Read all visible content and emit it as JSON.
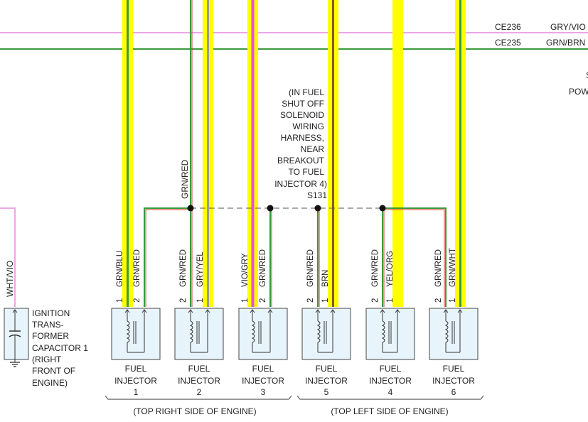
{
  "circuits": [
    {
      "id": "CE236",
      "color": "GRY/VIO"
    },
    {
      "id": "CE235",
      "color": "GRN/BRN"
    }
  ],
  "right_edge": {
    "line1": "S",
    "line2": "POW"
  },
  "splice_note": {
    "lines": [
      "(IN FUEL",
      "SHUT OFF",
      "SOLENOID",
      "WIRING",
      "HARNESS,",
      "NEAR",
      "BREAKOUT",
      "TO FUEL",
      "INJECTOR 4)",
      "S131"
    ]
  },
  "bus_wire_label": "GRN/RED",
  "capacitor": {
    "wire_color": "WHT/VIO",
    "label_lines": [
      "IGNITION",
      "TRANS-",
      "FORMER",
      "CAPACITOR 1",
      "(RIGHT",
      "FRONT OF",
      "ENGINE)"
    ]
  },
  "injectors": [
    {
      "name_line1": "FUEL",
      "name_line2": "INJECTOR",
      "number": "1",
      "pins": [
        {
          "num": "1",
          "color": "GRN/BLU"
        },
        {
          "num": "2",
          "color": "GRN/RED"
        }
      ]
    },
    {
      "name_line1": "FUEL",
      "name_line2": "INJECTOR",
      "number": "2",
      "pins": [
        {
          "num": "2",
          "color": "GRN/RED"
        },
        {
          "num": "1",
          "color": "GRY/YEL"
        }
      ]
    },
    {
      "name_line1": "FUEL",
      "name_line2": "INJECTOR",
      "number": "3",
      "pins": [
        {
          "num": "1",
          "color": "VIO/GRY"
        },
        {
          "num": "2",
          "color": "GRN/RED"
        }
      ]
    },
    {
      "name_line1": "FUEL",
      "name_line2": "INJECTOR",
      "number": "5",
      "pins": [
        {
          "num": "2",
          "color": "GRN/RED"
        },
        {
          "num": "1",
          "color": "BRN"
        }
      ]
    },
    {
      "name_line1": "FUEL",
      "name_line2": "INJECTOR",
      "number": "4",
      "pins": [
        {
          "num": "2",
          "color": "GRN/RED"
        },
        {
          "num": "1",
          "color": "YEL/ORG"
        }
      ]
    },
    {
      "name_line1": "FUEL",
      "name_line2": "INJECTOR",
      "number": "6",
      "pins": [
        {
          "num": "2",
          "color": "GRN/RED"
        },
        {
          "num": "1",
          "color": "GRN/WHT"
        }
      ]
    }
  ],
  "groups": [
    {
      "label": "(TOP RIGHT SIDE OF ENGINE)"
    },
    {
      "label": "(TOP LEFT SIDE OF ENGINE)"
    }
  ],
  "colors": {
    "highlight": "#ffff00",
    "green": "#3a9a3a",
    "violet": "#e84de8",
    "red": "#d9342b",
    "brown": "#8a5a2b",
    "gray": "#9a9a9a",
    "pink": "#e9a6e9"
  }
}
